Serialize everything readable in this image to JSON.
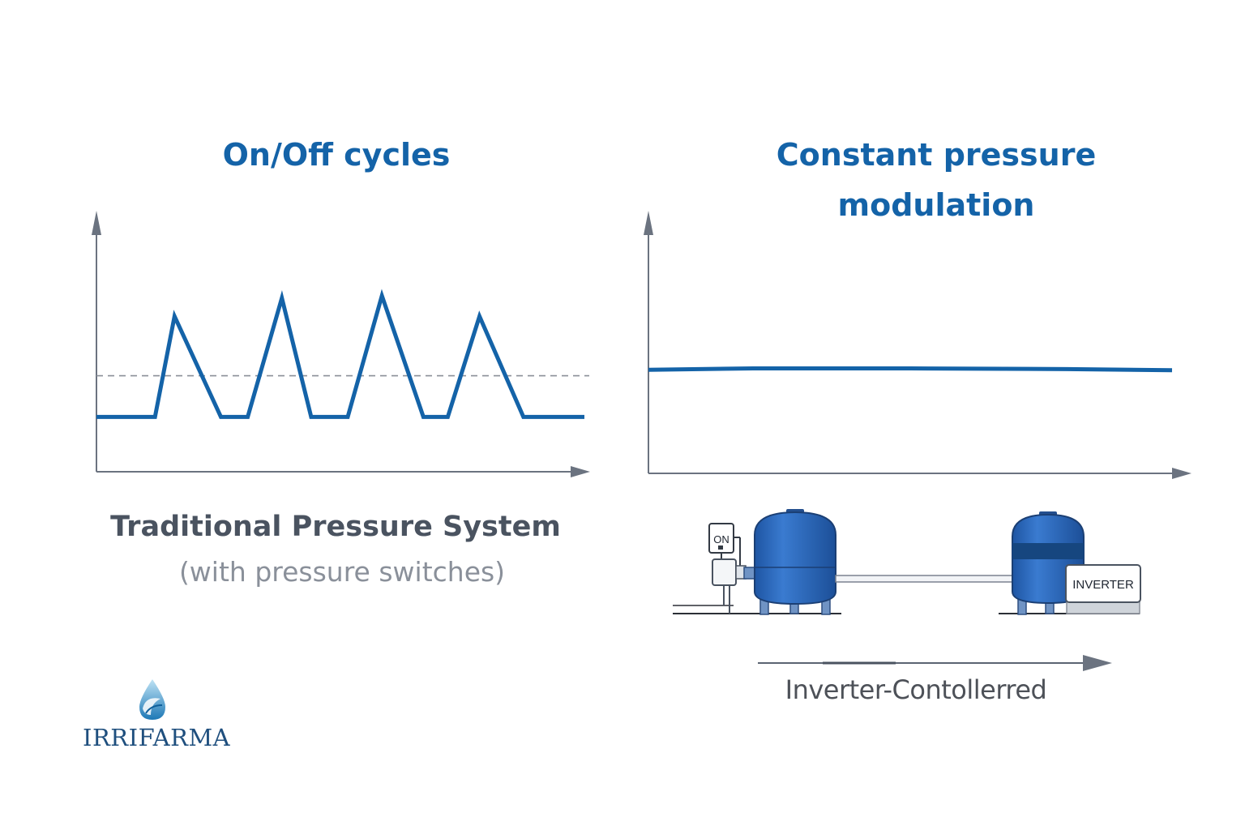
{
  "left_panel": {
    "title": "On/Off cycles",
    "caption": "Traditional Pressure System",
    "subcaption": "(with pressure switches)"
  },
  "right_panel": {
    "title_line1": "Constant pressure",
    "title_line2": "modulation",
    "caption": "Inverter-Contollerred"
  },
  "equipment": {
    "switch_label": "ON",
    "inverter_label": "INVERTER"
  },
  "brand": {
    "name": "IRRIFARMA"
  },
  "colors": {
    "accent_blue": "#1463a8",
    "tank_blue": "#2d6cc0",
    "axis_gray": "#6b7380"
  },
  "chart_data": [
    {
      "type": "line",
      "title": "On/Off cycles",
      "xlabel": "",
      "ylabel": "",
      "grid": false,
      "xlim": [
        0,
        100
      ],
      "ylim": [
        0,
        10
      ],
      "series": [
        {
          "x": [
            0,
            12,
            16,
            25.5,
            31,
            38,
            44,
            51.5,
            58.5,
            67,
            72,
            78.5,
            87.5,
            100
          ],
          "y": [
            2.4,
            2.4,
            6.8,
            2.4,
            2.4,
            7.6,
            2.4,
            2.4,
            7.7,
            2.4,
            2.4,
            6.8,
            2.4,
            2.4
          ]
        }
      ],
      "reference_lines": [
        {
          "y": 4.2,
          "style": "dashed"
        }
      ]
    },
    {
      "type": "line",
      "title": "Constant pressure modulation",
      "xlabel": "",
      "ylabel": "",
      "grid": false,
      "xlim": [
        0,
        100
      ],
      "ylim": [
        0,
        10
      ],
      "series": [
        {
          "x": [
            0,
            20,
            50,
            80,
            100
          ],
          "y": [
            4.5,
            4.56,
            4.56,
            4.53,
            4.48
          ]
        }
      ]
    }
  ]
}
